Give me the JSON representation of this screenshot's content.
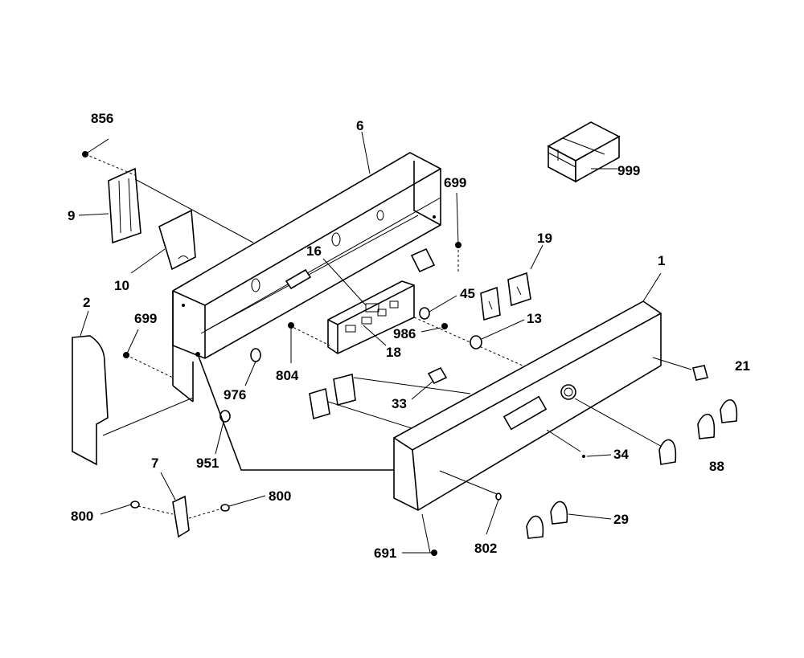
{
  "labels": {
    "p856": "856",
    "p6": "6",
    "p699a": "699",
    "p999": "999",
    "p9": "9",
    "p10": "10",
    "p19": "19",
    "p16": "16",
    "p1": "1",
    "p2": "2",
    "p45": "45",
    "p699b": "699",
    "p986": "986",
    "p13": "13",
    "p18": "18",
    "p21": "21",
    "p804": "804",
    "p976": "976",
    "p33": "33",
    "p951": "951",
    "p34": "34",
    "p88": "88",
    "p7": "7",
    "p800a": "800",
    "p800b": "800",
    "p29": "29",
    "p802": "802",
    "p691": "691"
  }
}
